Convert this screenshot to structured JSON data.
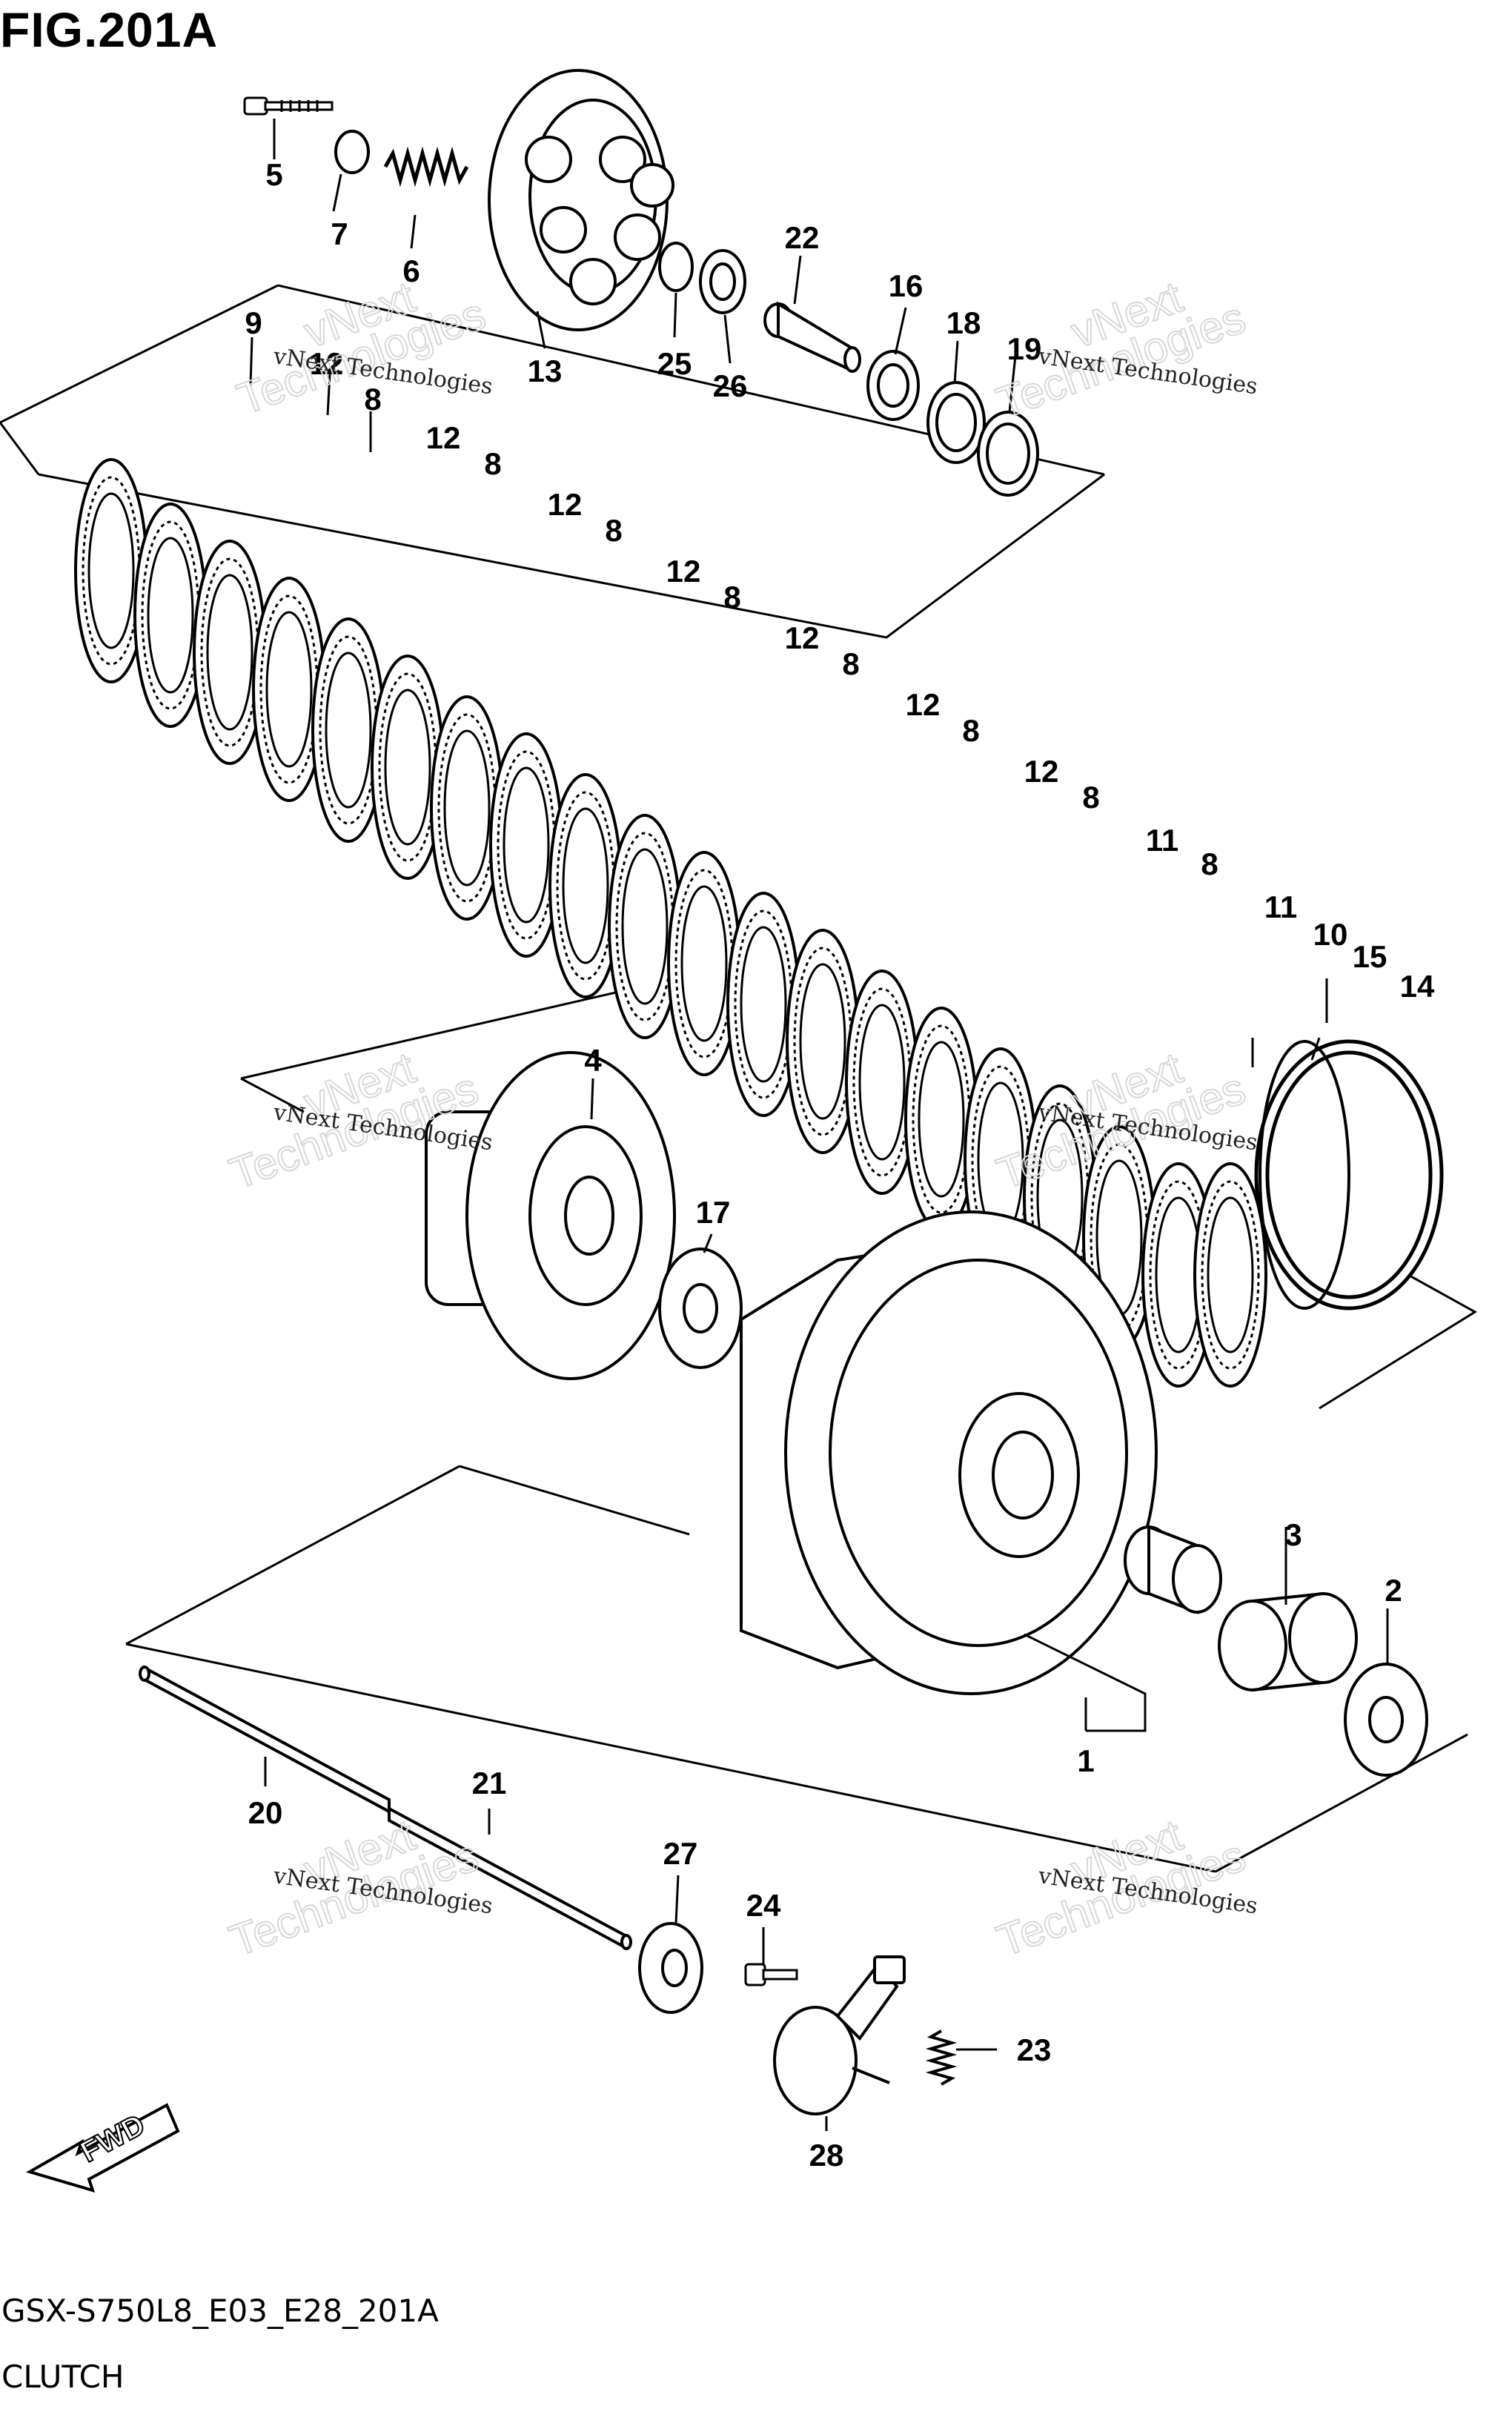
{
  "figure": {
    "title": "FIG.201A",
    "model_code": "GSX-S750L8_E03_E28_201A",
    "caption": "CLUTCH"
  },
  "callouts": {
    "c1": "1",
    "c2": "2",
    "c3": "3",
    "c4": "4",
    "c5": "5",
    "c6": "6",
    "c7": "7",
    "c8": "8",
    "c9": "9",
    "c10": "10",
    "c11": "11",
    "c12": "12",
    "c13": "13",
    "c14": "14",
    "c15": "15",
    "c16": "16",
    "c17": "17",
    "c18": "18",
    "c19": "19",
    "c20": "20",
    "c21": "21",
    "c22": "22",
    "c23": "23",
    "c24": "24",
    "c25": "25",
    "c26": "26",
    "c27": "27",
    "c28": "28"
  },
  "watermark": {
    "line1": "vNext Technologies",
    "line2": "vNext",
    "line3": "Technologies"
  },
  "fwd_label": "FWD"
}
